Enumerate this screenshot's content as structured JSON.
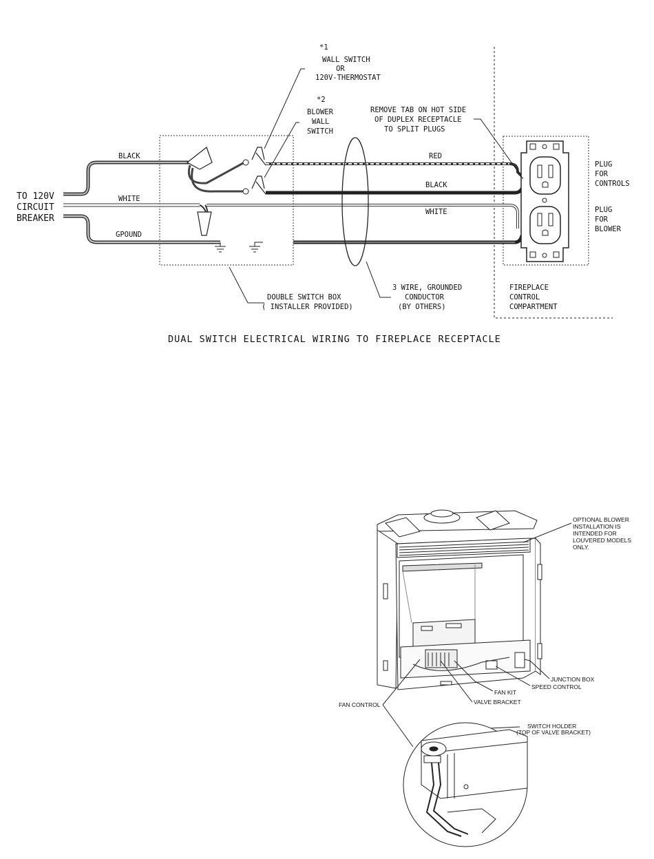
{
  "wiring_diagram": {
    "title": "DUAL SWITCH ELECTRICAL WIRING TO FIREPLACE RECEPTACLE",
    "supply": [
      "TO 120V",
      "CIRCUIT",
      "BREAKER"
    ],
    "wires": {
      "black": "BLACK",
      "white": "WHITE",
      "ground": "GPOUND",
      "red": "RED",
      "black_out": "BLACK",
      "white_out": "WHITE"
    },
    "switch1": [
      "*1",
      "WALL SWITCH",
      "OR",
      "120V-THERMOSTAT"
    ],
    "switch2": [
      "*2",
      "BLOWER",
      "WALL",
      "SWITCH"
    ],
    "remove_tab": [
      "REMOVE TAB ON HOT SIDE",
      "OF DUPLEX RECEPTACLE",
      "TO SPLIT PLUGS"
    ],
    "plug_controls": [
      "PLUG",
      "FOR",
      "CONTROLS"
    ],
    "plug_blower": [
      "PLUG",
      "FOR",
      "BLOWER"
    ],
    "switch_box": [
      "DOUBLE SWITCH BOX",
      "( INSTALLER PROVIDED)"
    ],
    "conductor": [
      "3 WIRE, GROUNDED",
      "CONDUCTOR",
      "(BY OTHERS)"
    ],
    "compartment": [
      "FIREPLACE",
      "CONTROL",
      "COMPARTMENT"
    ]
  },
  "fireplace_diagram": {
    "optional_note": [
      "OPTIONAL BLOWER",
      "INSTALLATION IS",
      "INTENDED FOR",
      "LOUVERED MODELS",
      "ONLY."
    ],
    "junction_box": "JUNCTION BOX",
    "speed_control": "SPEED CONTROL",
    "fan_kit": "FAN KIT",
    "valve_bracket": "VALVE BRACKET",
    "fan_control": "FAN CONTROL",
    "switch_holder": [
      "SWITCH HOLDER",
      "(TOP OF VALVE BRACKET)"
    ]
  }
}
